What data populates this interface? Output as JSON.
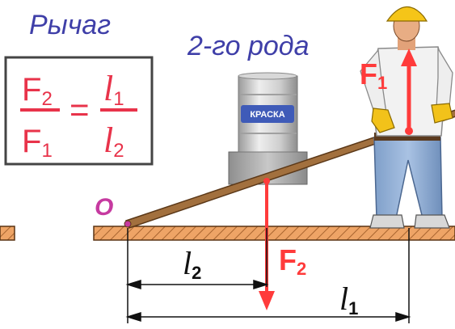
{
  "title": {
    "line1": "Рычаг",
    "line2": "2-го рода"
  },
  "formula": {
    "num_left": "F",
    "num_left_sub": "2",
    "den_left": "F",
    "den_left_sub": "1",
    "equals": "=",
    "num_right": "l",
    "num_right_sub": "1",
    "den_right": "l",
    "den_right_sub": "2"
  },
  "pivot_label": "O",
  "barrel_label": "КРАСКА",
  "forces": {
    "f1": {
      "symbol": "F",
      "sub": "1"
    },
    "f2": {
      "symbol": "F",
      "sub": "2"
    }
  },
  "arms": {
    "l1": {
      "symbol": "l",
      "sub": "1"
    },
    "l2": {
      "symbol": "l",
      "sub": "2"
    }
  },
  "colors": {
    "title": "#3f3fa8",
    "force": "#ff3b3b",
    "formula": "#e8334a",
    "pivot": "#c63aa0",
    "ground": "#e89a55",
    "plank": "#8a5a2b",
    "barrel_band": "#3f5bb8"
  }
}
